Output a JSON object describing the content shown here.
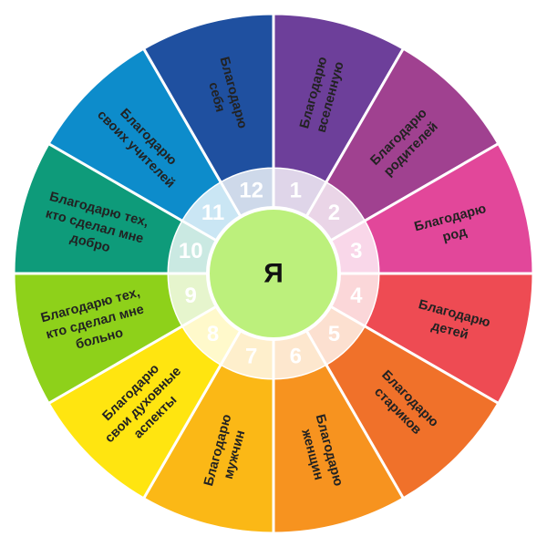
{
  "center_label": "Я",
  "segments": [
    {
      "number": "1",
      "lines": [
        "Благодарю",
        "вселенную"
      ],
      "color": "#6d3f9a"
    },
    {
      "number": "2",
      "lines": [
        "Благодарю",
        "родителей"
      ],
      "color": "#a04190"
    },
    {
      "number": "3",
      "lines": [
        "Благодарю",
        "род"
      ],
      "color": "#e2479a"
    },
    {
      "number": "4",
      "lines": [
        "Благодарю",
        "детей"
      ],
      "color": "#ee4b53"
    },
    {
      "number": "5",
      "lines": [
        "Благодарю",
        "стариков"
      ],
      "color": "#f0712a"
    },
    {
      "number": "6",
      "lines": [
        "Благодарю",
        "женщин"
      ],
      "color": "#f7931f"
    },
    {
      "number": "7",
      "lines": [
        "Благодарю",
        "мужчин"
      ],
      "color": "#fbb816"
    },
    {
      "number": "8",
      "lines": [
        "Благодарю",
        "свои духовные",
        "аспекты"
      ],
      "color": "#ffe510"
    },
    {
      "number": "9",
      "lines": [
        "Благодарю тех,",
        "кто сделал мне",
        "больно"
      ],
      "color": "#8ed11a"
    },
    {
      "number": "10",
      "lines": [
        "Благодарю тех,",
        "кто сделал мне",
        "добро"
      ],
      "color": "#0e9b7a"
    },
    {
      "number": "11",
      "lines": [
        "Благодарю",
        "своих учителей"
      ],
      "color": "#0d8ccb"
    },
    {
      "number": "12",
      "lines": [
        "Благодарю",
        "себя"
      ],
      "color": "#1f50a0"
    }
  ],
  "colors": {
    "center_fill": "#bcf07c",
    "number_ring": "#ffffff",
    "divider": "#ffffff"
  }
}
